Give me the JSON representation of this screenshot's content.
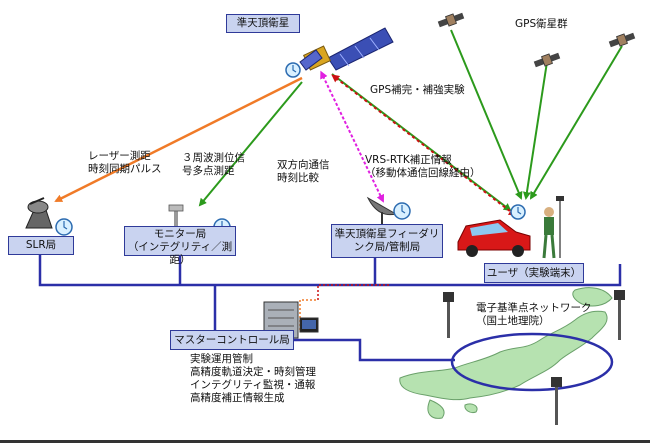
{
  "nodes": {
    "qzs_satellite": "準天頂衛星",
    "gps_constellation": "GPS衛星群",
    "slr_station": "SLR局",
    "monitor_station": [
      "モニター局",
      "（インテグリティ／測距）"
    ],
    "qzs_feeder_station": [
      "準天頂衛星フィーダリ",
      "ンク局/管制局"
    ],
    "user": "ユーザ（実験端末）",
    "master_control_station": "マスターコントロール局",
    "gnss_network": [
      "電子基準点ネットワーク",
      "（国土地理院）"
    ]
  },
  "links": {
    "laser_ranging": [
      "レーザー測距",
      "時刻同期パルス"
    ],
    "triple_frequency": [
      "３周波測位信",
      "号多点測距"
    ],
    "two_way_comm": [
      "双方向通信",
      "時刻比較"
    ],
    "gps_augmentation": "GPS補完・補強実験",
    "vrs_rtk": [
      "VRS-RTK補正情報",
      "（移動体通信回線経由）"
    ]
  },
  "master_functions": [
    "実験運用管制",
    "高精度軌道決定・時刻管理",
    "インテグリティ監視・通報",
    "高精度補正情報生成"
  ],
  "colors": {
    "box_fill": "#c9d3f0",
    "box_border": "#2f3a99",
    "network_blue": "#2b2fa8",
    "laser_orange": "#f07b28",
    "signal_green": "#2c9a1c",
    "two_way_magenta": "#e020e0",
    "vrs_red": "#cc1111",
    "japan_green": "#b6e2b0"
  }
}
